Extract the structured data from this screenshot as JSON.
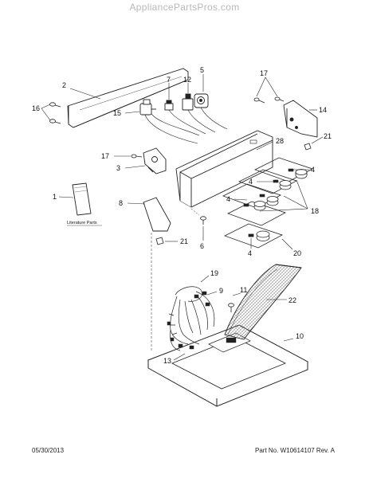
{
  "watermark": "AppliancePartsPros.com",
  "footer": {
    "date": "05/30/2013",
    "part_no": "Part No. W10614107  Rev. A"
  },
  "literature_label": "Literature Parts",
  "callouts": {
    "c1": "1",
    "c2": "2",
    "c3": "3",
    "c4a": "4",
    "c4b": "4",
    "c4c": "4",
    "c4d": "4",
    "c5": "5",
    "c6": "6",
    "c7": "7",
    "c8": "8",
    "c9": "9",
    "c10": "10",
    "c11": "11",
    "c12": "12",
    "c13": "13",
    "c14": "14",
    "c15": "15",
    "c16": "16",
    "c17a": "17",
    "c17b": "17",
    "c18": "18",
    "c19": "19",
    "c20": "20",
    "c21a": "21",
    "c21b": "21",
    "c22": "22",
    "c28": "28"
  }
}
